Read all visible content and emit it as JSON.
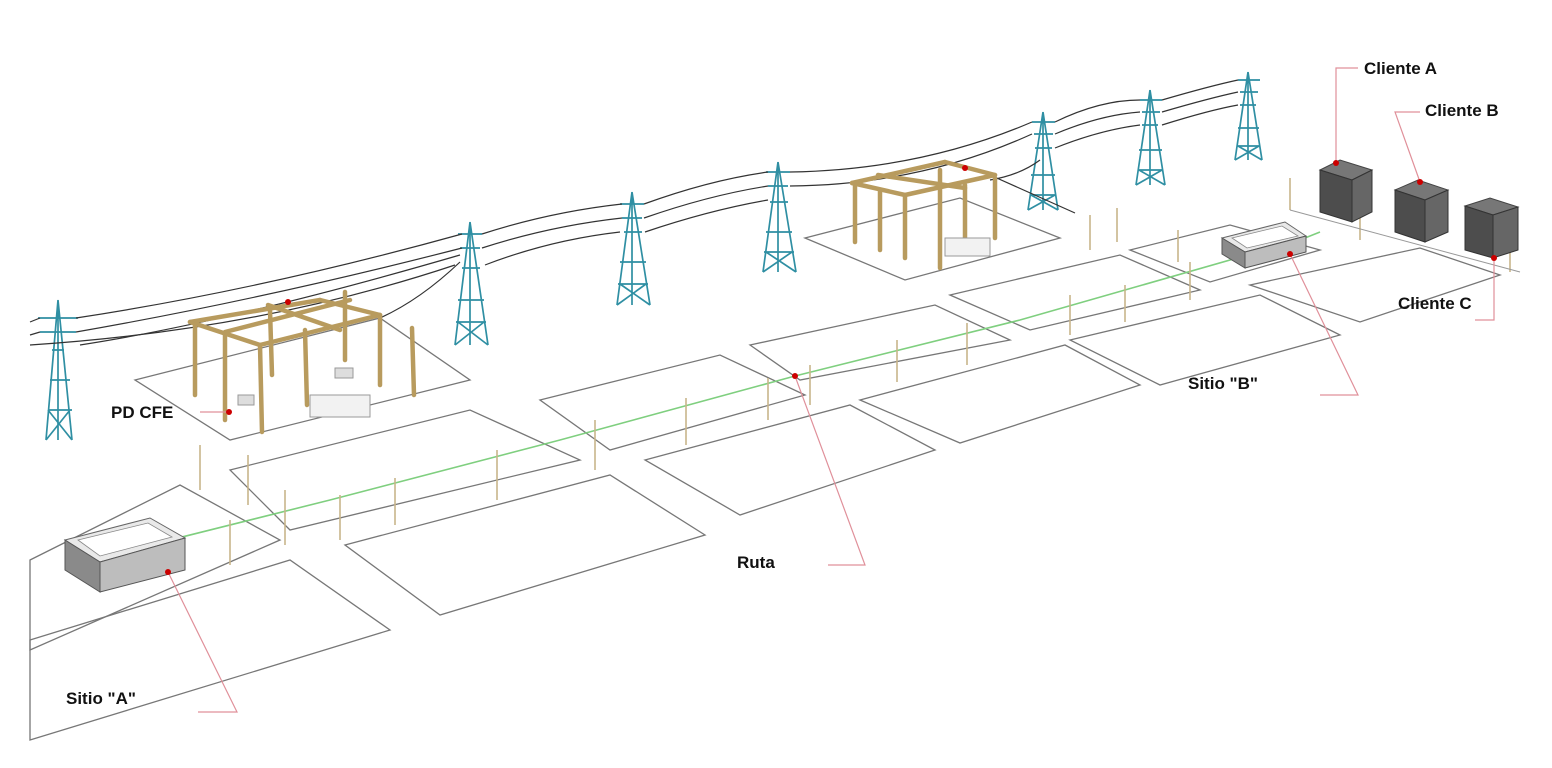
{
  "labels": {
    "cliente_a": "Cliente A",
    "cliente_b": "Cliente B",
    "cliente_c": "Cliente C",
    "pd_cfe": "PD CFE",
    "sitio_b": "Sitio \"B\"",
    "ruta": "Ruta",
    "sitio_a": "Sitio \"A\""
  },
  "colors": {
    "tower": "#2f8fa3",
    "structure": "#b89b5e",
    "route": "#7fcf7f",
    "leader": "#e0909a",
    "marker": "#cc0000"
  }
}
